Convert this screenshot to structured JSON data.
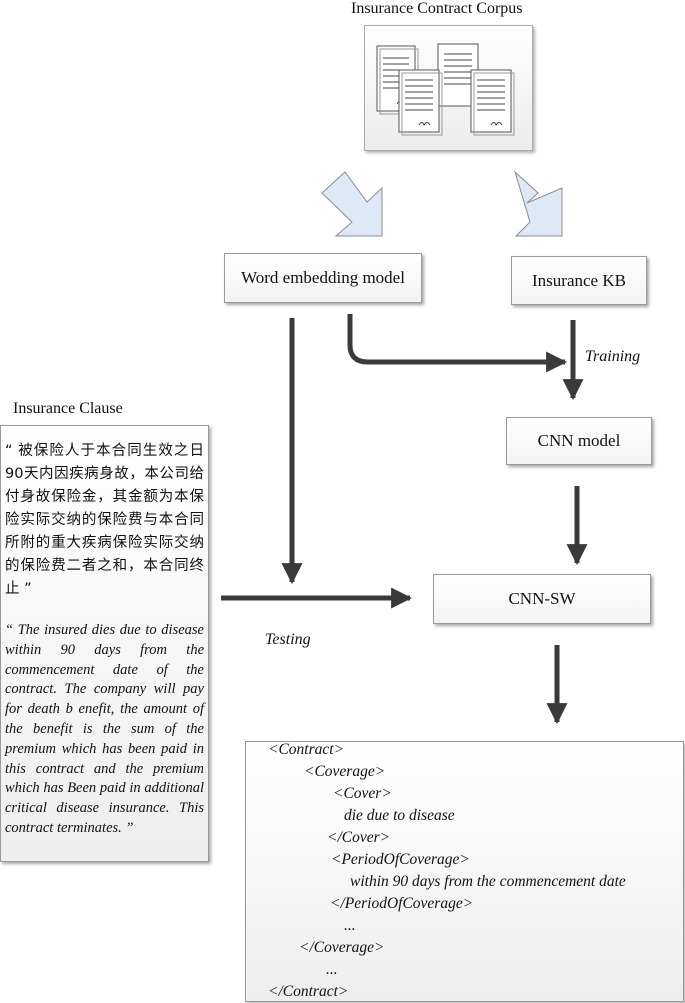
{
  "corpus": {
    "title": "Insurance Contract Corpus"
  },
  "nodes": {
    "word_embedding": "Word embedding model",
    "insurance_kb": "Insurance KB",
    "cnn_model": "CNN model",
    "cnn_sw": "CNN-SW"
  },
  "edge_labels": {
    "training": "Training",
    "testing": "Testing"
  },
  "clause": {
    "title": "Insurance Clause",
    "chinese": "“ 被保险人于本合同生效之日90天内因疾病身故，本公司给付身故保险金，其金额为本保险实际交纳的保险费与本合同所附的重大疾病保险实际交纳的保险费二者之和，本合同终止 ”",
    "english": "“ The insured dies due to disease within 90 days from the commencement date of the contract. The company will pay for death  b enefit, the amount of the benefit is the sum of the premium which has been paid in this contract and the premium which has Been paid in additional critical disease insurance. This contract terminates. ”"
  },
  "output": {
    "lines": [
      "<Contract>",
      "<Coverage>",
      "<Cover>",
      "die due to disease",
      "</Cover>",
      "<PeriodOfCoverage>",
      "within 90 days from the commencement date",
      "</PeriodOfCoverage>",
      "...",
      "</Coverage>",
      "...",
      "</Contract>"
    ]
  }
}
